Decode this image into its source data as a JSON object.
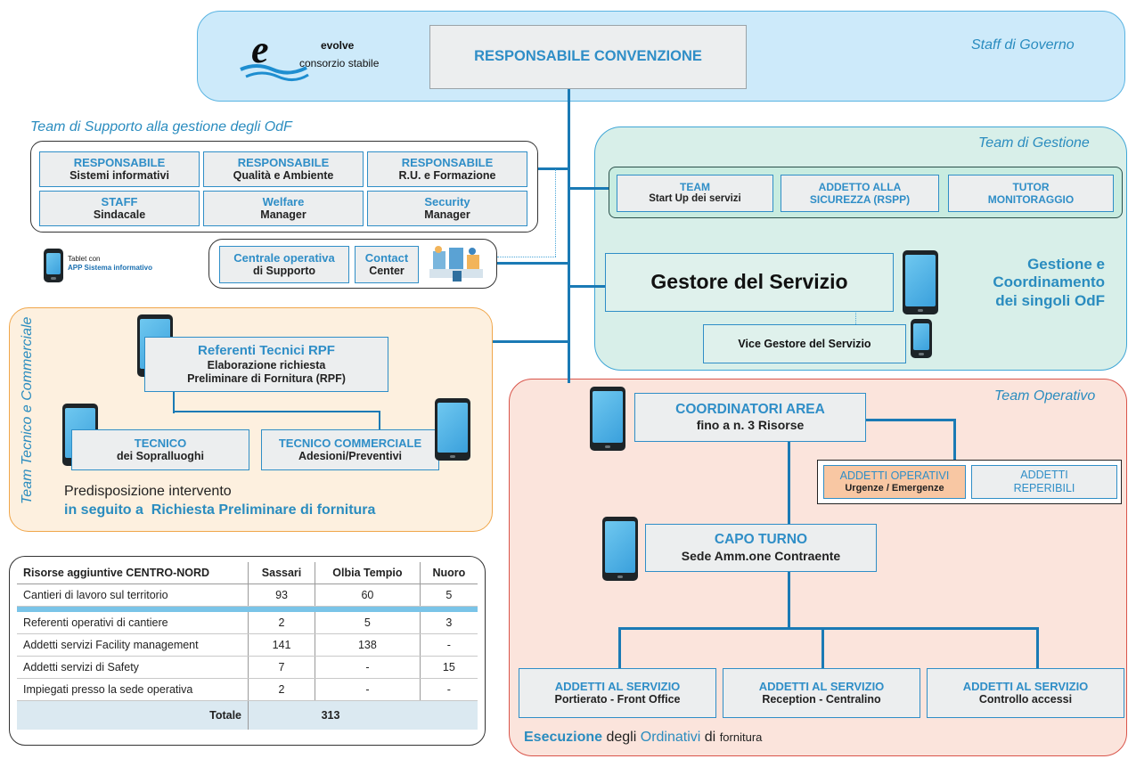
{
  "logo": {
    "name": "evolve",
    "subtitle": "consorzio stabile"
  },
  "staff_governo": {
    "title": "Staff di Governo",
    "responsabile": "RESPONSABILE CONVENZIONE"
  },
  "team_supporto": {
    "title": "Team di Supporto alla gestione degli OdF",
    "boxes": [
      {
        "line1": "RESPONSABILE",
        "line2": "Sistemi informativi"
      },
      {
        "line1": "RESPONSABILE",
        "line2": "Qualità e Ambiente"
      },
      {
        "line1": "RESPONSABILE",
        "line2": "R.U. e Formazione"
      },
      {
        "line1": "STAFF",
        "line2": "Sindacale"
      },
      {
        "line1": "Welfare",
        "line2": "Manager"
      },
      {
        "line1": "Security",
        "line2": "Manager"
      }
    ],
    "centrale": {
      "line1": "Centrale operativa",
      "line2": "di Supporto"
    },
    "contact": {
      "line1": "Contact",
      "line2": "Center"
    },
    "tablet_legend": {
      "line1": "Tablet con",
      "line2": "APP Sistema informativo"
    }
  },
  "team_gestione": {
    "title": "Team di Gestione",
    "boxes": [
      {
        "line1": "TEAM",
        "line2": "Start Up dei servizi"
      },
      {
        "line1": "ADDETTO ALLA",
        "line2": "SICUREZZA (RSPP)"
      },
      {
        "line1": "TUTOR",
        "line2": "MONITORAGGIO"
      }
    ],
    "gestore": "Gestore del Servizio",
    "vice": "Vice Gestore del Servizio",
    "coordinamento": {
      "line1": "Gestione e",
      "line2": "Coordinamento",
      "line3": "dei singoli OdF"
    }
  },
  "team_tecnico": {
    "title": "Team Tecnico e Commerciale",
    "referenti": {
      "line1": "Referenti Tecnici RPF",
      "line2": "Elaborazione richiesta",
      "line3": "Preliminare di Fornitura (RPF)"
    },
    "tecnico": {
      "line1": "TECNICO",
      "line2": "dei Sopralluoghi"
    },
    "commerciale": {
      "line1": "TECNICO COMMERCIALE",
      "line2": "Adesioni/Preventivi"
    },
    "predisposizione": "Predisposizione intervento",
    "seguito": "in seguito a  Richiesta Preliminare di fornitura"
  },
  "team_operativo": {
    "title": "Team Operativo",
    "coordinatori": {
      "line1": "COORDINATORI AREA",
      "line2": "fino a n. 3 Risorse"
    },
    "addetti_operativi": {
      "line1": "ADDETTI OPERATIVI",
      "line2": "Urgenze / Emergenze"
    },
    "addetti_reperibili": {
      "line1": "ADDETTI",
      "line2": "REPERIBILI"
    },
    "capo_turno": {
      "line1": "CAPO TURNO",
      "line2": "Sede Amm.one Contraente"
    },
    "servizi": [
      {
        "line1": "ADDETTI AL SERVIZIO",
        "line2": "Portierato - Front Office"
      },
      {
        "line1": "ADDETTI AL SERVIZIO",
        "line2": "Reception - Centralino"
      },
      {
        "line1": "ADDETTI AL SERVIZIO",
        "line2": "Controllo accessi"
      }
    ],
    "esecuzione": {
      "w1": "Esecuzione",
      "w2": "degli",
      "w3": "Ordinativi",
      "w4": "di",
      "w5": "fornitura"
    }
  },
  "table": {
    "headers": [
      "Risorse aggiuntive CENTRO-NORD",
      "Sassari",
      "Olbia Tempio",
      "Nuoro"
    ],
    "rows": [
      [
        "Cantieri di lavoro sul territorio",
        "93",
        "60",
        "5"
      ],
      [
        "Referenti operativi di cantiere",
        "2",
        "5",
        "3"
      ],
      [
        "Addetti servizi Facility management",
        "141",
        "138",
        "-"
      ],
      [
        "Addetti servizi di Safety",
        "7",
        "-",
        "15"
      ],
      [
        "Impiegati presso la sede operativa",
        "2",
        "-",
        "-"
      ]
    ],
    "total_label": "Totale",
    "total_value": "313"
  },
  "colors": {
    "governo_bg": "#cdeafa",
    "gestione_bg": "#d8efe9",
    "tecnico_bg": "#fdf0df",
    "operativo_bg": "#fbe4dc",
    "accent_blue": "#2f8ec7",
    "connector": "#1a7ab5"
  },
  "icons": [
    "tablet-icon",
    "evolve-logo-icon",
    "contact-center-illustration"
  ]
}
